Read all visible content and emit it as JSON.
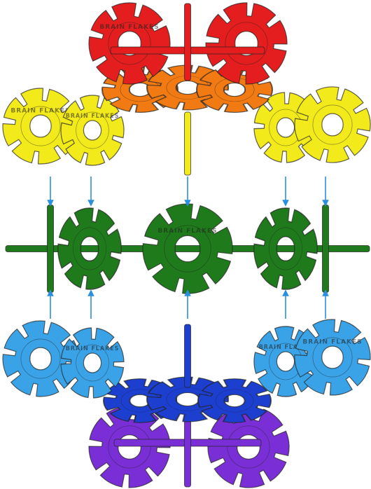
{
  "title": "",
  "logo_text": "BRAIN FLAKES",
  "colors": {
    "red": "#e41e1e",
    "orange": "#f27a12",
    "yellow": "#f2ea1a",
    "green": "#1f7a1c",
    "light_blue": "#3aa3e8",
    "dark_blue": "#1d3fd0",
    "purple": "#7a2fd6",
    "arrow": "#2a8fdf",
    "outline": "#222222"
  },
  "rows": [
    {
      "name": "red-row",
      "color": "red"
    },
    {
      "name": "orange-row",
      "color": "orange"
    },
    {
      "name": "yellow-row",
      "color": "yellow"
    },
    {
      "name": "green-row",
      "color": "green"
    },
    {
      "name": "light-blue-row",
      "color": "light_blue"
    },
    {
      "name": "dark-blue-row",
      "color": "dark_blue"
    },
    {
      "name": "purple-row",
      "color": "purple"
    }
  ],
  "arrows": {
    "count": 10,
    "direction_top": "down",
    "direction_bottom": "up"
  }
}
